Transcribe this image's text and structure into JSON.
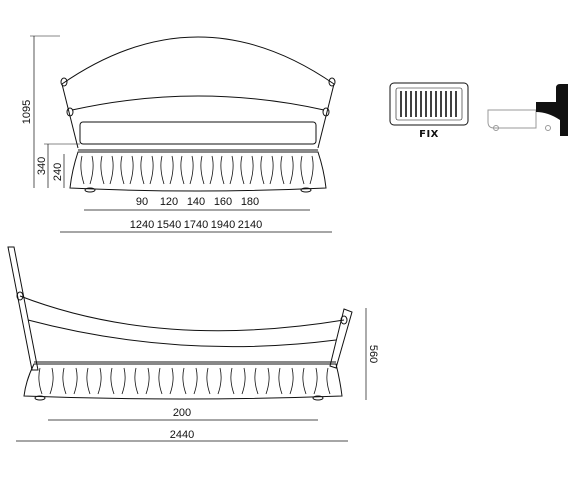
{
  "front_view": {
    "height_total": "1095",
    "height_mid": "340",
    "height_low": "240",
    "mattress_widths": [
      "90",
      "120",
      "140",
      "160",
      "180"
    ],
    "overall_widths": [
      "1240",
      "1540",
      "1740",
      "1940",
      "2140"
    ]
  },
  "side_view": {
    "height": "560",
    "mattress_length": "200",
    "overall_length": "2440"
  },
  "option": {
    "label": "FIX"
  }
}
